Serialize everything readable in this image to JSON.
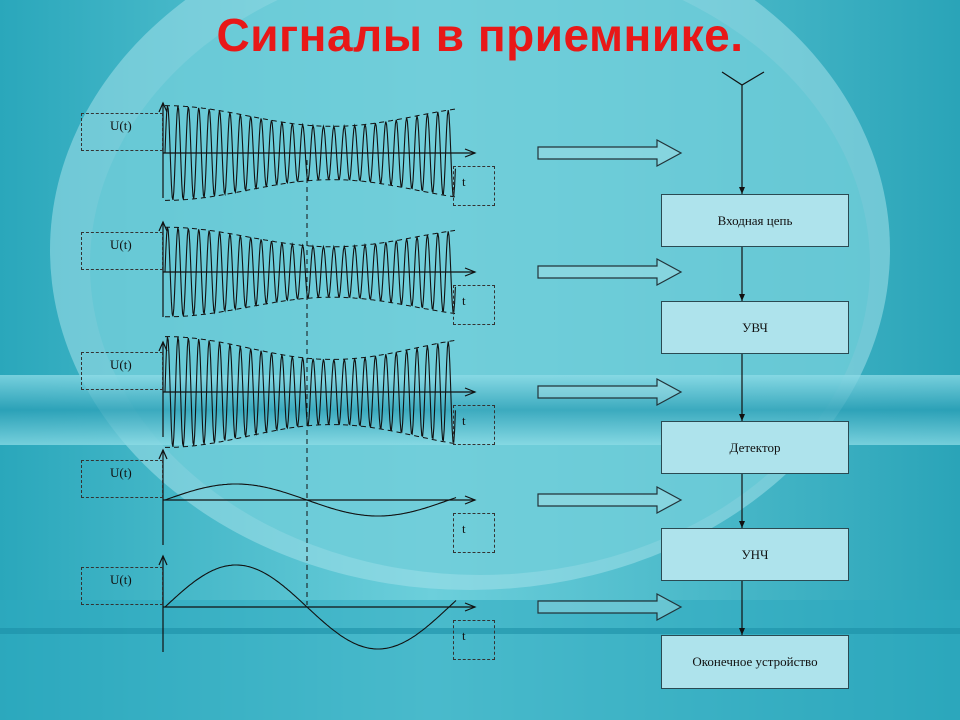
{
  "title": "Сигналы в приемнике.",
  "u_label": "U(t)",
  "t_label": "t",
  "blocks": [
    "Входная цепь",
    "УВЧ",
    "Детектор",
    "УНЧ",
    "Оконечное устройство"
  ],
  "colors": {
    "title": "#e81818",
    "bg_light": "#a8e2ea",
    "bg_mid": "#46b8c8",
    "block_fill": "#aee3ec",
    "line": "#111111"
  }
}
